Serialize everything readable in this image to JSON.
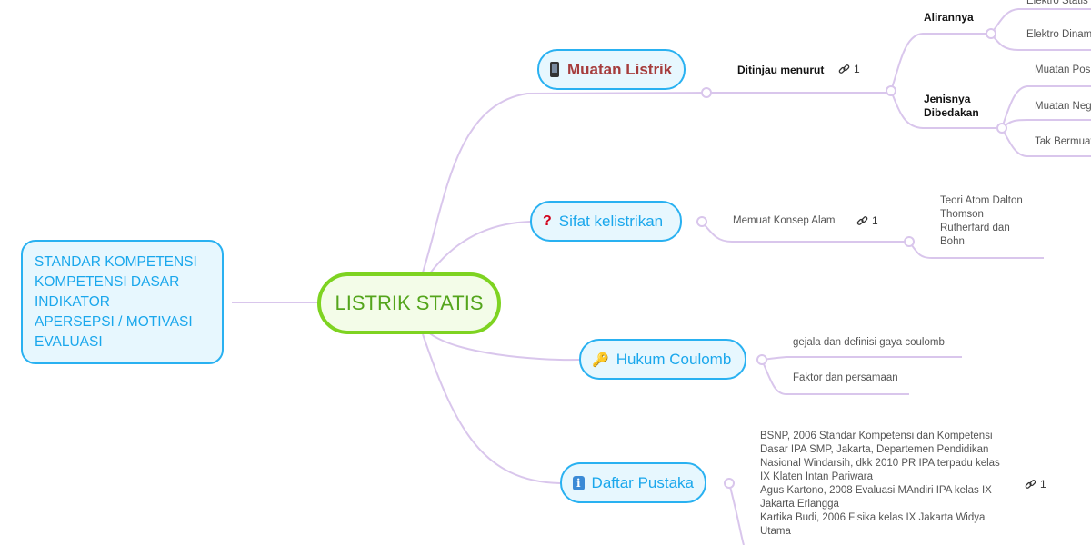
{
  "central": {
    "label": "LISTRIK STATIS"
  },
  "left_box": {
    "lines": [
      "STANDAR KOMPETENSI",
      "KOMPETENSI DASAR",
      "INDIKATOR",
      "APERSEPSI / MOTIVASI",
      "EVALUASI"
    ]
  },
  "branches": {
    "muatan": {
      "label": "Muatan Listrik",
      "icon": "phone-icon",
      "child": "Ditinjau menurut",
      "link_count": "1",
      "alirannya": {
        "label": "Alirannya",
        "items": [
          "Elektro Statis",
          "Elektro Dinamis"
        ]
      },
      "jenisnya": {
        "label_line1": "Jenisnya",
        "label_line2": "Dibedakan",
        "items": [
          "Muatan Positif",
          "Muatan Negatif",
          "Tak Bermuatan"
        ]
      }
    },
    "sifat": {
      "label": "Sifat kelistrikan",
      "icon": "question-icon",
      "child": "Memuat Konsep Alam",
      "link_count": "1",
      "theory_lines": [
        "Teori Atom Dalton",
        "Thomson",
        "Rutherfard dan",
        "Bohn"
      ]
    },
    "hukum": {
      "label": "Hukum Coulomb",
      "icon": "key-icon",
      "items": [
        "gejala dan definisi gaya coulomb",
        "Faktor dan persamaan"
      ]
    },
    "daftar": {
      "label": "Daftar Pustaka",
      "icon": "info-icon",
      "link_count": "1",
      "refs": [
        "BSNP, 2006 Standar Kompetensi dan Kompetensi",
        "Dasar IPA SMP, Jakarta, Departemen Pendidikan",
        "Nasional Windarsih, dkk 2010 PR IPA terpadu kelas",
        "IX Klaten Intan Pariwara",
        "Agus Kartono, 2008 Evaluasi MAndiri  IPA kelas IX",
        "Jakarta Erlangga",
        "Kartika Budi, 2006 Fisika kelas IX Jakarta Widya",
        "Utama"
      ]
    }
  },
  "colors": {
    "connector": "#d9c6ec",
    "central_border": "#7ed321",
    "branch_border": "#29b1f1"
  }
}
